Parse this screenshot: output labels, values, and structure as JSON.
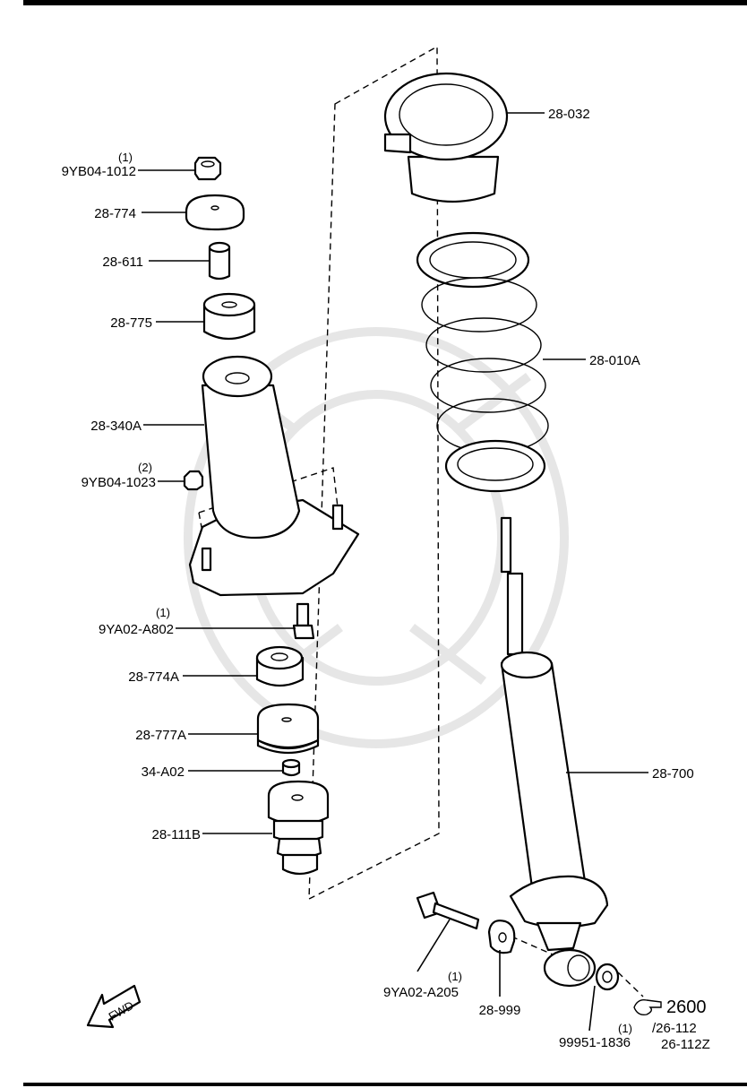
{
  "labels": {
    "p9YB04_1012": "9YB04-1012",
    "p9YB04_1012_qty": "(1)",
    "p28_774": "28-774",
    "p28_611": "28-611",
    "p28_775": "28-775",
    "p28_340A": "28-340A",
    "p9YB04_1023": "9YB04-1023",
    "p9YB04_1023_qty": "(2)",
    "p9YA02_A802": "9YA02-A802",
    "p9YA02_A802_qty": "(1)",
    "p28_774A": "28-774A",
    "p28_777A": "28-777A",
    "p34_A02": "34-A02",
    "p28_111B": "28-111B",
    "p28_032": "28-032",
    "p28_010A": "28-010A",
    "p28_700": "28-700",
    "p9YA02_A205": "9YA02-A205",
    "p9YA02_A205_qty": "(1)",
    "p28_999": "28-999",
    "p99951_1836": "99951-1836",
    "p99951_1836_qty": "(1)",
    "ref_2600": "2600",
    "ref_26_112": "/26-112",
    "ref_26_112Z": "26-112Z",
    "fwd": "FWD"
  },
  "icons": {
    "fwd_arrow": "fwd-arrow-icon",
    "pointing_hand": "pointing-hand-icon"
  },
  "colors": {
    "line": "#000000",
    "background": "#ffffff",
    "watermark": "#e6e6e6"
  }
}
